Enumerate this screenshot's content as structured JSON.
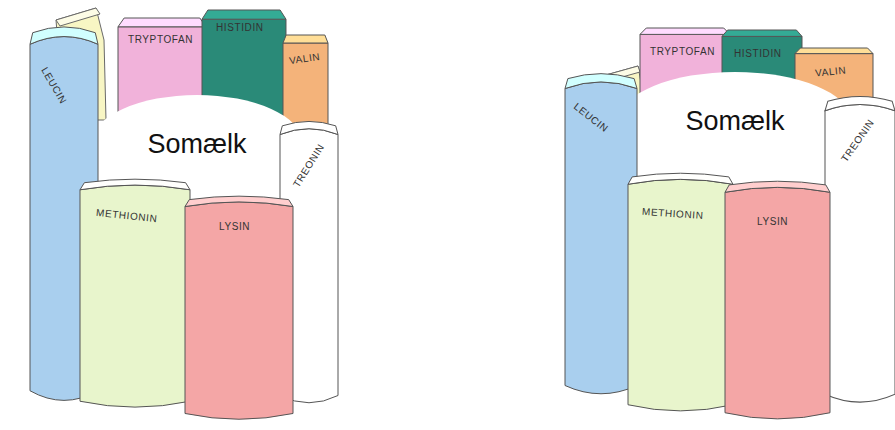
{
  "diagram": {
    "nodes": [
      {
        "text": [
          "LEUCIN"
        ]
      },
      {
        "text": [
          "TRYPTOFAN"
        ]
      },
      {
        "text": [
          "HISTIDIN"
        ]
      },
      {
        "text": [
          "VALIN"
        ]
      },
      {
        "text": [
          "Somælk"
        ]
      },
      {
        "text": [
          "TREONIN"
        ]
      },
      {
        "text": [
          "METHIONIN"
        ]
      },
      {
        "text": [
          "LYSIN"
        ]
      },
      {
        "text": [
          "LEUCIN"
        ]
      },
      {
        "text": [
          "TRYPTOFAN"
        ]
      },
      {
        "text": [
          "HISTIDIN"
        ]
      },
      {
        "text": [
          "VALIN"
        ]
      },
      {
        "text": [
          "Somælk"
        ]
      },
      {
        "text": [
          "TREONIN"
        ]
      },
      {
        "text": [
          "METHIONIN"
        ]
      },
      {
        "text": [
          "LYSIN"
        ]
      }
    ]
  }
}
